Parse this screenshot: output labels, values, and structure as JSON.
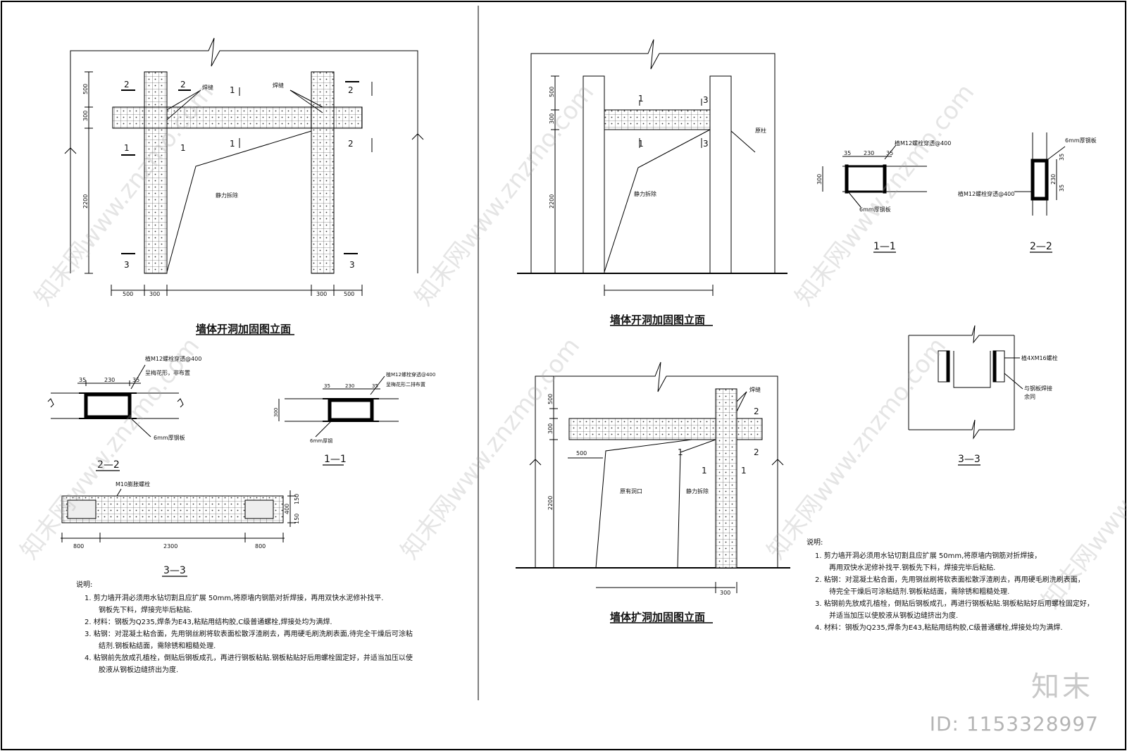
{
  "watermark": {
    "text": "知末网www.znzmo.com",
    "brand": "知末",
    "id_label": "ID: 1153328997"
  },
  "left_panel": {
    "main_title": "墙体开洞加固图立面",
    "labels": {
      "weld1": "焊缝",
      "weld2": "焊缝",
      "static_demolish": "静力拆除",
      "sec2a": "2",
      "sec2b": "2",
      "sec1a": "1",
      "sec1b": "1",
      "sec1c": "1",
      "sec1d": "1",
      "sec2c": "2",
      "sec2d": "2",
      "sec3a": "3",
      "sec3b": "3",
      "sec2e": "2",
      "sec1e": "1"
    },
    "dims_v": {
      "d500": "500",
      "d300": "300",
      "d2200": "2200"
    },
    "dims_h": {
      "a": "500",
      "b": "300",
      "c": "300",
      "d": "500"
    },
    "detail22": {
      "title": "2—2",
      "bolt": "植M12螺栓穿透@400",
      "note": "呈梅花形，非布置",
      "dim_a": "35",
      "dim_b": "230",
      "dim_c": "35",
      "plate": "6mm厚钢板"
    },
    "detail11": {
      "title": "1—1",
      "bolt": "植M12螺栓穿透@400",
      "note": "呈梅花形二排布置",
      "dim_a": "35",
      "dim_b": "230",
      "dim_c": "35",
      "dim_v": "300",
      "plate": "6mm厚钢"
    },
    "detail33": {
      "title": "3—3",
      "bolt": "M10膨胀螺栓",
      "dim_a": "800",
      "dim_b": "2300",
      "dim_c": "800",
      "dim_v1": "150",
      "dim_v2": "400",
      "dim_v3": "150"
    },
    "notes": {
      "head": "说明:",
      "lines": [
        "1.  剪力墙开洞必须用水钻切割且应扩展 50mm,将原墙内钢筋对折焊接，再用双快水泥修补找平.",
        "钢板先下料，焊接完毕后粘贴.",
        "2.  材料：钢板为Q235,焊条为E43,粘贴用结构胶,C级普通螺栓,焊接处均为满焊.",
        "3.  粘钢：对混凝土粘合面，先用钢丝刷将软表面松散浮渣刷去，再用硬毛刷洗刷表面,待完全干燥后可涂粘",
        "结剂.钢板粘结面，需除锈和粗糙处理.",
        "4.  粘钢前先放成孔植栓，倒贴后钢板成孔，再进行钢板粘贴.钢板粘贴好后用螺栓固定好，并适当加压以使",
        "胶液从钢板边缝挤出为度."
      ]
    }
  },
  "right_panel": {
    "elev1_title": "墙体开洞加固图立面",
    "elev1_labels": {
      "sec1a": "1",
      "sec1b": "1",
      "sec3a": "3",
      "sec3b": "3",
      "orig_col": "原柱",
      "static_demolish": "静力拆除",
      "d500": "500",
      "d300": "300",
      "d2200": "2200"
    },
    "sec11": {
      "title": "1—1",
      "bolt": "植M12螺栓穿透@400",
      "dim_a": "35",
      "dim_b": "230",
      "dim_c": "35",
      "dim_v": "300",
      "plate": "6mm厚钢板"
    },
    "sec22": {
      "title": "2—2",
      "plate": "6mm厚钢板",
      "bolt": "植M12螺栓穿透@400",
      "dim_a": "35",
      "dim_b": "230",
      "dim_c": "35"
    },
    "sec33": {
      "title": "3—3",
      "bolt": "植4XM16螺栓",
      "weld": "与钢板焊接",
      "weld2": "余同"
    },
    "elev2_title": "墙体扩洞加固图立面",
    "elev2_labels": {
      "weld": "焊缝",
      "sec2a": "2",
      "sec2b": "2",
      "sec1a": "1",
      "sec1b": "1",
      "sec1c": "1",
      "orig_opening": "原有洞口",
      "static_demolish": "静力拆除",
      "d500": "500",
      "d300": "300",
      "d500b": "500",
      "d2200": "2200",
      "d300b": "300"
    },
    "notes": {
      "head": "说明:",
      "lines": [
        "1.  剪力墙开洞必须用水钻切割且应扩展 50mm,将原墙内钢筋对折焊接，",
        "再用双快水泥修补找平.钢板先下料，焊接完毕后粘贴.",
        "2.  粘钢：对混凝土粘合面，先用钢丝刷将软表面松散浮渣刷去，再用硬毛刷洗刷表面，",
        "待完全干燥后可涂粘结剂.钢板粘结面，需除锈和粗糙处理.",
        "3.  粘钢前先放成孔植栓，倒贴后钢板成孔，再进行钢板粘贴.钢板粘贴好后用螺栓固定好，",
        "并适当加压以使胶液从钢板边缝挤出为度.",
        "4.  材料：钢板为Q235,焊条为E43,粘贴用结构胶,C级普通螺栓,焊接处均为满焊."
      ]
    }
  }
}
